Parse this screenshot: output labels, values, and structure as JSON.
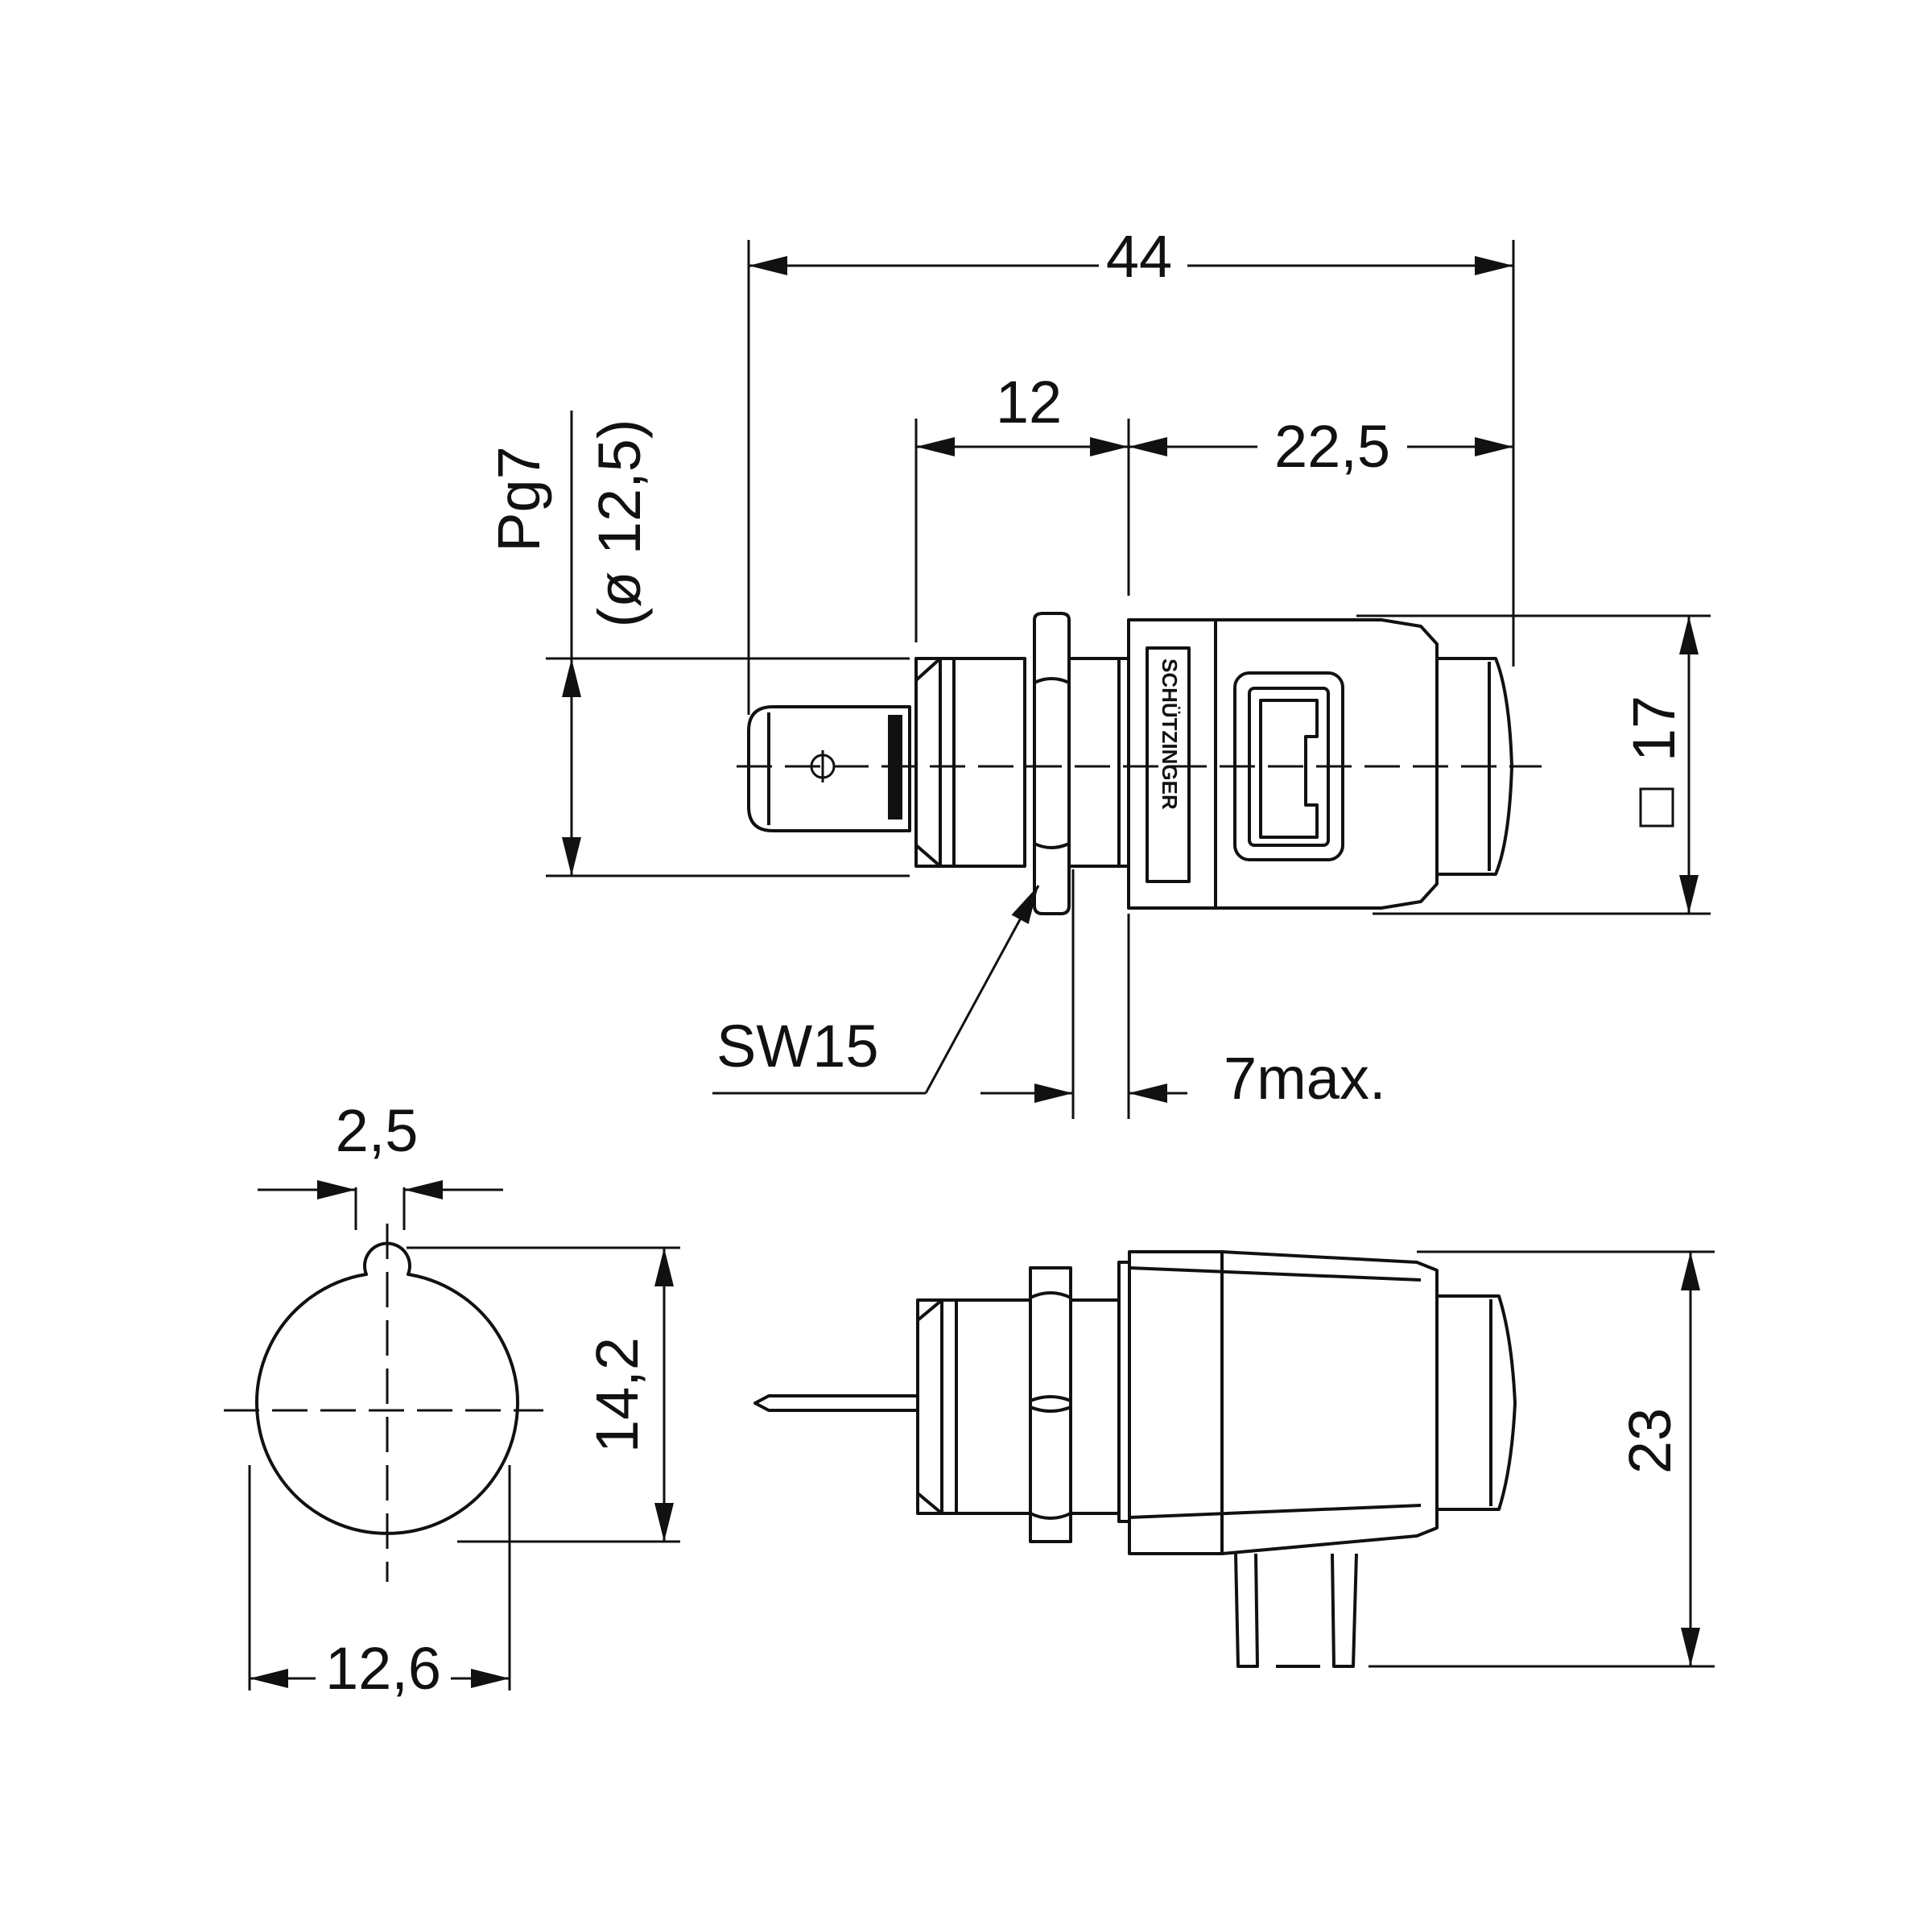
{
  "dimensions": {
    "overall_length": "44",
    "shaft_length": "12",
    "head_length": "22,5",
    "thread_size": "Pg7",
    "thread_diameter": "(ø 12,5)",
    "nut_across_flats": "SW15",
    "panel_thickness": "7max.",
    "head_square": "17",
    "key_width": "2,5",
    "cutout_height": "14,2",
    "cutout_width": "12,6",
    "side_height": "23"
  },
  "brand": "SCHÜTZINGER",
  "colors": {
    "line": "#111111",
    "background": "#ffffff"
  }
}
